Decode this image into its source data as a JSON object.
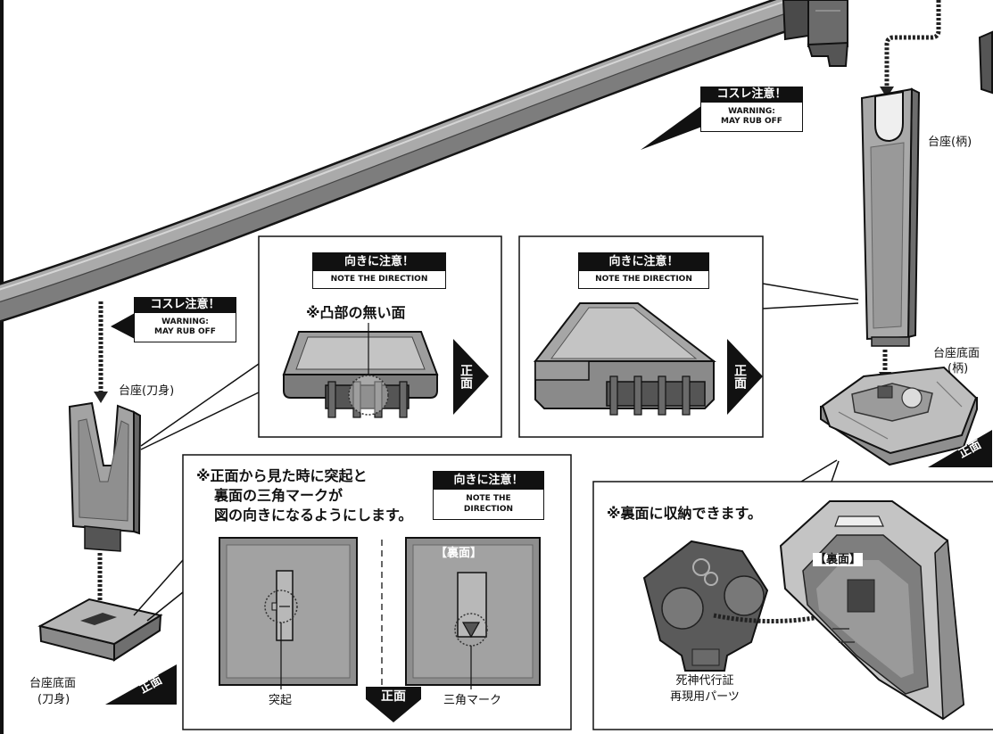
{
  "colors": {
    "ink": "#111111",
    "paper": "#ffffff"
  },
  "warnings": {
    "top": {
      "title": "コスレ注意！",
      "line1": "WARNING:",
      "line2": "MAY RUB OFF"
    },
    "left": {
      "title": "コスレ注意！",
      "line1": "WARNING:",
      "line2": "MAY RUB OFF"
    }
  },
  "labels": {
    "hilt_stand": "台座(柄)",
    "hilt_base": [
      "台座底面",
      "(柄)"
    ],
    "blade_stand": "台座(刀身)",
    "blade_base": [
      "台座底面",
      "(刀身)"
    ]
  },
  "front_arrows": {
    "hilt_base": "正面",
    "blade_base": "正面",
    "panel1": "正面",
    "panel2": "正面",
    "panel3": "正面"
  },
  "panel1": {
    "notice": {
      "title": "向きに注意！",
      "text": "NOTE THE DIRECTION"
    },
    "note": "※凸部の無い面"
  },
  "panel2": {
    "notice": {
      "title": "向きに注意！",
      "text": "NOTE THE DIRECTION"
    }
  },
  "panel3": {
    "lines": [
      "※正面から見た時に突起と",
      "裏面の三角マークが",
      "図の向きになるようにします。"
    ],
    "notice": {
      "title": "向きに注意！",
      "text1": "NOTE THE",
      "text2": "DIRECTION"
    },
    "back_label": "【裏面】",
    "protrusion": "突起",
    "triangle_mark": "三角マーク"
  },
  "panel4": {
    "note": "※裏面に収納できます。",
    "back_label": "【裏面】",
    "part": [
      "死神代行証",
      "再現用パーツ"
    ]
  }
}
